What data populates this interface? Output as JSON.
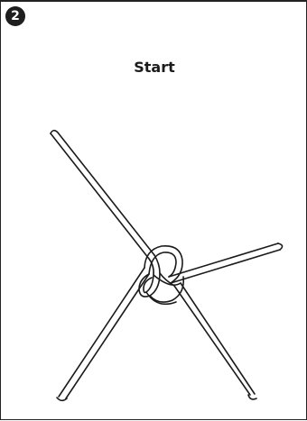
{
  "panel": {
    "step_number": "2",
    "title": "Start"
  },
  "illustration": {
    "icon": "knot-start-illustration"
  }
}
